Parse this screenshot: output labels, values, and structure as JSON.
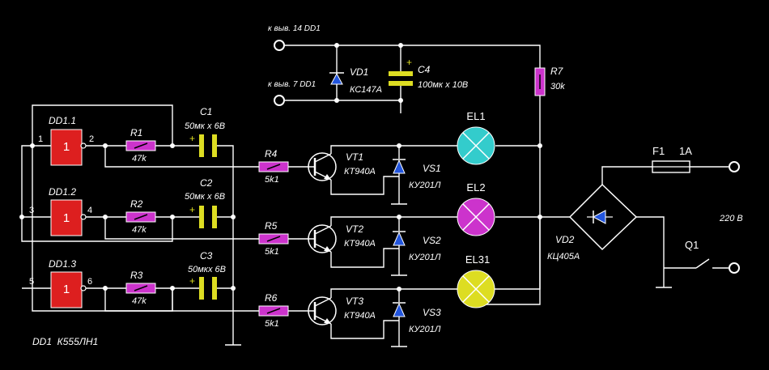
{
  "colors": {
    "background": "#000000",
    "wire": "#ffffff",
    "inverter": "#dd1f1f",
    "resistor": "#cc33cc",
    "capacitor": "#dddd22",
    "lamp_el1": "#33cccc",
    "lamp_el2": "#cc33cc",
    "lamp_el3": "#dddd22",
    "diode_fill": "#2255dd"
  },
  "supply": {
    "pin14": "к выв. 14 DD1",
    "pin7": "к выв. 7 DD1",
    "vd1": "VD1",
    "vd1_type": "КС147А",
    "c4": "C4",
    "c4_value": "100мк х 10В",
    "c4_plus": "+",
    "r7": "R7",
    "r7_value": "30k"
  },
  "gates": [
    {
      "ref": "DD1.1",
      "symbol": "1",
      "in_pin": "1",
      "out_pin": "2"
    },
    {
      "ref": "DD1.2",
      "symbol": "1",
      "in_pin": "3",
      "out_pin": "4"
    },
    {
      "ref": "DD1.3",
      "symbol": "1",
      "in_pin": "5",
      "out_pin": "6"
    }
  ],
  "resistors": [
    {
      "ref": "R1",
      "value": "47k"
    },
    {
      "ref": "R2",
      "value": "47k"
    },
    {
      "ref": "R3",
      "value": "47k"
    }
  ],
  "capacitors": [
    {
      "ref": "C1",
      "value": "50мк х 6В",
      "plus": "+"
    },
    {
      "ref": "C2",
      "value": "50мк х 6В",
      "plus": "+"
    },
    {
      "ref": "C3",
      "value": "50мкх 6В",
      "plus": "+"
    }
  ],
  "base_resistors": [
    {
      "ref": "R4",
      "value": "5k1"
    },
    {
      "ref": "R5",
      "value": "5k1"
    },
    {
      "ref": "R6",
      "value": "5k1"
    }
  ],
  "transistors": [
    {
      "ref": "VT1",
      "type": "КТ940А"
    },
    {
      "ref": "VT2",
      "type": "КТ940А"
    },
    {
      "ref": "VT3",
      "type": "КТ940А"
    }
  ],
  "thyristors": [
    {
      "ref": "VS1",
      "type": "КУ201Л"
    },
    {
      "ref": "VS2",
      "type": "КУ201Л"
    },
    {
      "ref": "VS3",
      "type": "КУ201Л"
    }
  ],
  "lamps": [
    {
      "ref": "EL1"
    },
    {
      "ref": "EL2"
    },
    {
      "ref": "EL31"
    }
  ],
  "bridge": {
    "ref": "VD2",
    "type": "КЦ405А"
  },
  "fuse": {
    "ref": "F1",
    "rating": "1А"
  },
  "switch": {
    "ref": "Q1"
  },
  "mains": "220 В",
  "chip": "DD1  К555ЛН1"
}
